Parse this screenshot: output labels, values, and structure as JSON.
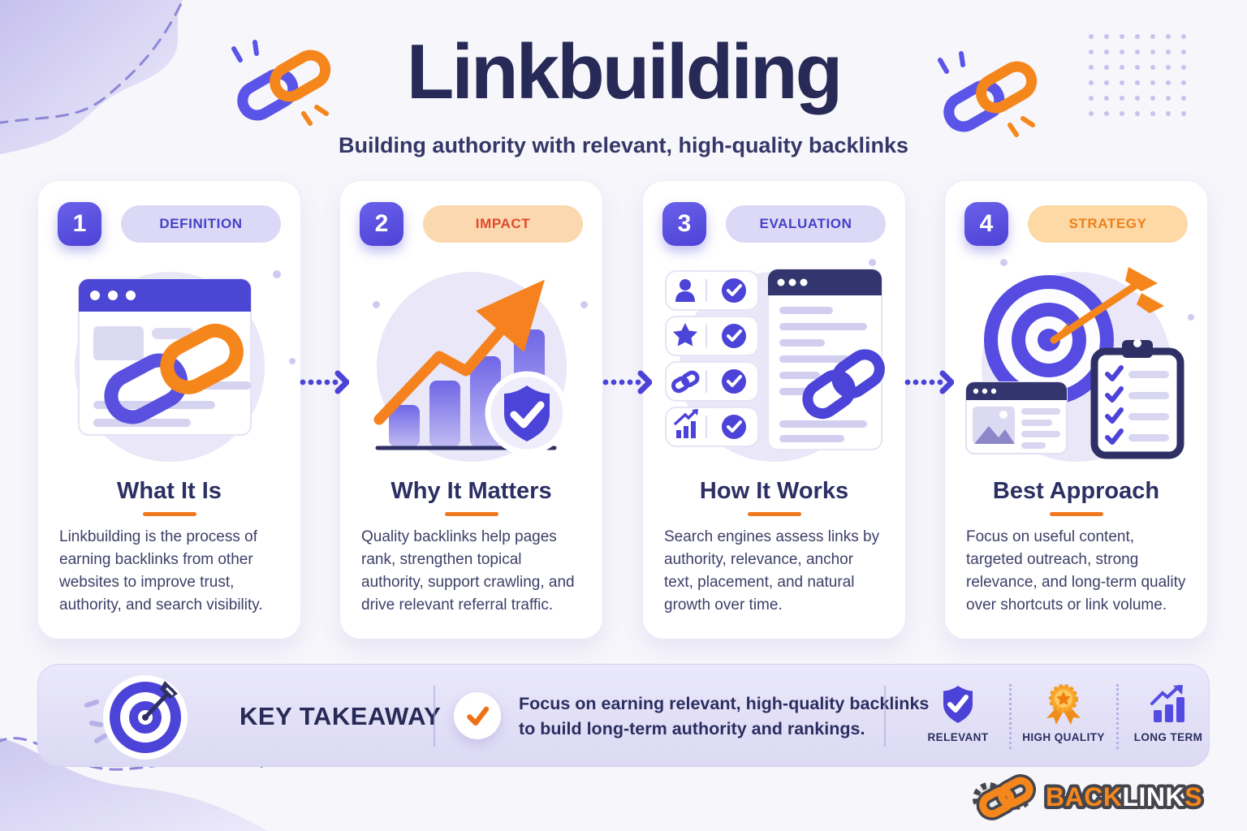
{
  "header": {
    "title": "Linkbuilding",
    "subtitle": "Building authority with relevant, high-quality backlinks",
    "left_icon": "chain-link-icon",
    "right_icon": "chain-link-icon"
  },
  "cards": [
    {
      "number": "1",
      "badge": "DEFINITION",
      "heading": "What It Is",
      "body": "Linkbuilding is the process of earning backlinks from other websites to improve trust, authority, and search visibility.",
      "illustration": "browser-window-with-chain-links"
    },
    {
      "number": "2",
      "badge": "IMPACT",
      "heading": "Why It Matters",
      "body": "Quality backlinks help pages rank, strengthen topical authority, support crawling, and drive relevant referral traffic.",
      "illustration": "growth-bars-arrow-shield"
    },
    {
      "number": "3",
      "badge": "EVALUATION",
      "heading": "How It Works",
      "body": "Search engines assess links by authority, relevance, anchor text, placement, and natural growth over time.",
      "illustration": "criteria-checklist-and-document-with-link"
    },
    {
      "number": "4",
      "badge": "STRATEGY",
      "heading": "Best Approach",
      "body": "Focus on useful content, targeted outreach, strong relevance, and long-term quality over shortcuts or link volume.",
      "illustration": "target-arrow-browser-clipboard"
    }
  ],
  "takeaway": {
    "label": "KEY TAKEAWAY",
    "icon": "target-dart-icon",
    "check_icon": "check-icon",
    "line1": "Focus on earning relevant, high-quality backlinks",
    "line2": "to build long-term authority and rankings.",
    "features": [
      {
        "label": "RELEVANT",
        "icon": "shield-check-icon"
      },
      {
        "label": "HIGH QUALITY",
        "icon": "medal-icon"
      },
      {
        "label": "LONG TERM",
        "icon": "growth-chart-icon"
      }
    ]
  },
  "logo": {
    "icon": "chain-gear-icon",
    "text_back": "BACK",
    "text_link": "LINK",
    "text_s": "S"
  },
  "colors": {
    "page_bg": "#f7f6fb",
    "primary_indigo": "#4c43d8",
    "accent_orange": "#f5821f",
    "navy_text": "#272a56",
    "body_text": "#3d4068",
    "badge_purple_bg": "#dcd9f6",
    "badge_purple_text": "#4740c8",
    "badge_orange_bg": "#fbd8b0",
    "badge_orange_text": "#e2492a",
    "bar_bg": "#e2dff6",
    "dots": "#c7c2ee"
  }
}
